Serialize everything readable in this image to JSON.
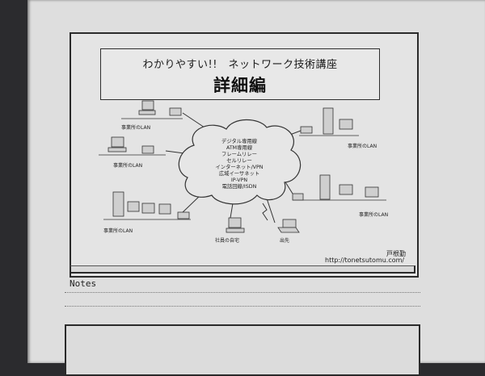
{
  "slide": {
    "title_line1": "わかりやすい!!　ネットワーク技術講座",
    "title_line2": "詳細編",
    "cloud_lines": [
      "デジタル専用線",
      "ATM専用線",
      "フレームリレー",
      "セルリレー",
      "インターネット/VPN",
      "広域イーサネット",
      "IP-VPN",
      "電話回線/ISDN"
    ],
    "labels": {
      "lan_top_left": "事業所のLAN",
      "lan_mid_left": "事業所のLAN",
      "lan_bottom_left": "事業所のLAN",
      "lan_top_right": "事業所のLAN",
      "lan_mid_right": "事業所のLAN",
      "home": "社員の自宅",
      "mobile": "出先"
    },
    "author": "戸根勤",
    "url": "http://tonetsutomu.com/"
  },
  "notes_label": "Notes"
}
